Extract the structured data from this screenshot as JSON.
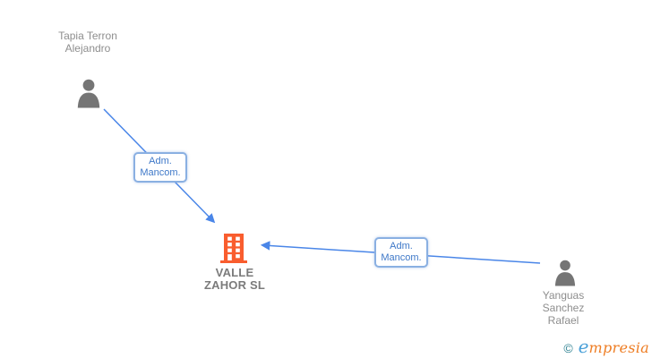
{
  "diagram": {
    "nodes": [
      {
        "id": "tapia-terron-alejandro",
        "type": "person",
        "label": "Tapia Terron Alejandro"
      },
      {
        "id": "valle-zahor-sl",
        "type": "company",
        "label": "VALLE ZAHOR SL"
      },
      {
        "id": "yanguas-sanchez-rafael",
        "type": "person",
        "label": "Yanguas Sanchez Rafael"
      }
    ],
    "edges": [
      {
        "from": "tapia-terron-alejandro",
        "to": "valle-zahor-sl",
        "label": "Adm. Mancom."
      },
      {
        "from": "yanguas-sanchez-rafael",
        "to": "valle-zahor-sl",
        "label": "Adm. Mancom."
      }
    ]
  },
  "footer": {
    "copyright_symbol": "©",
    "brand_initial": "e",
    "brand_rest": "mpresia"
  },
  "colors": {
    "edge_line": "#4a86e8",
    "edge_label_text": "#3e78c8",
    "edge_label_border": "#8ab0e2",
    "person_icon": "#757575",
    "person_label_text": "#8e8e8e",
    "company_icon": "#f95d2e",
    "company_label_text": "#7b7b7b",
    "logo_copyright": "#2a7f8f",
    "logo_initial": "#4aa0d8",
    "logo_rest": "#ee7d23",
    "background": "#ffffff"
  }
}
